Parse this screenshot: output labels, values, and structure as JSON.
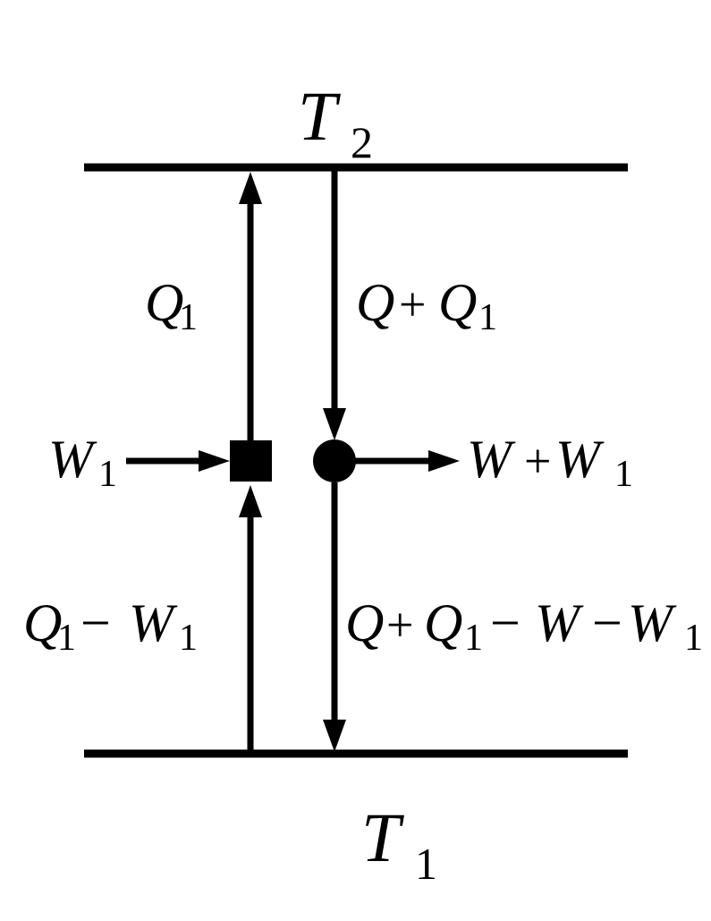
{
  "reservoirs": {
    "hot": {
      "symbol": "T",
      "subscript": "2"
    },
    "cold": {
      "symbol": "T",
      "subscript": "1"
    }
  },
  "labels": {
    "q1": {
      "sym": "Q",
      "sub": "1"
    },
    "q_plus_q1": {
      "a": "Q",
      "op": "+",
      "b": "Q",
      "b_sub": "1"
    },
    "w1": {
      "sym": "W",
      "sub": "1"
    },
    "w_plus_w1": {
      "a": "W",
      "op": "+",
      "b": "W",
      "b_sub": "1"
    },
    "q1_minus_w1": {
      "a": "Q",
      "a_sub": "1",
      "op": "−",
      "b": "W",
      "b_sub": "1"
    },
    "q_total": {
      "a": "Q",
      "op1": "+",
      "b": "Q",
      "b_sub": "1",
      "op2": "−",
      "c": "W",
      "op3": "−",
      "d": "W",
      "d_sub": "1"
    }
  },
  "colors": {
    "ink": "#000000",
    "background": "#ffffff"
  },
  "devices": {
    "refrigerator": "square-node",
    "engine": "circle-node"
  }
}
